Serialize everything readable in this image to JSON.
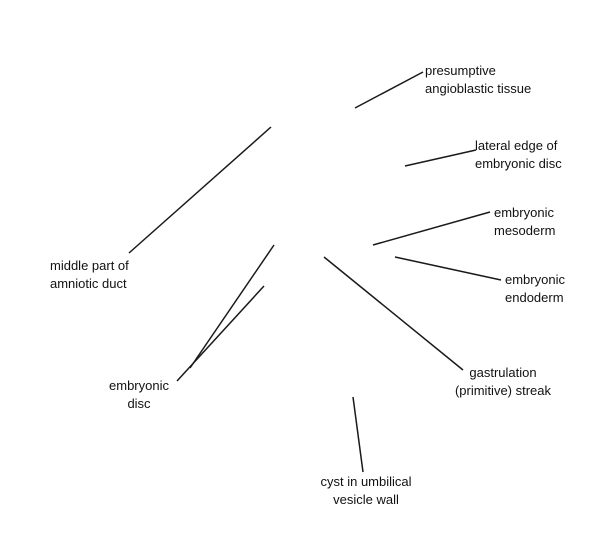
{
  "labels": {
    "presumptive_angioblastic_tissue": [
      "presumptive",
      "angioblastic tissue"
    ],
    "lateral_edge_of_embryonic_disc": [
      "lateral edge of",
      "embryonic disc"
    ],
    "embryonic_mesoderm": [
      "embryonic",
      "mesoderm"
    ],
    "embryonic_endoderm": [
      "embryonic",
      "endoderm"
    ],
    "middle_part_of_amniotic_duct": [
      "middle part of",
      "amniotic duct"
    ],
    "gastrulation_streak": [
      "gastrulation",
      "(primitive) streak"
    ],
    "embryonic_disc": [
      "embryonic",
      "disc"
    ],
    "cyst_in_umbilical_vesicle_wall": [
      "cyst in umbilical",
      "vesicle wall"
    ]
  },
  "colors": {
    "background": "#ffffff",
    "line": "#1a1a1a",
    "text": "#111111"
  }
}
